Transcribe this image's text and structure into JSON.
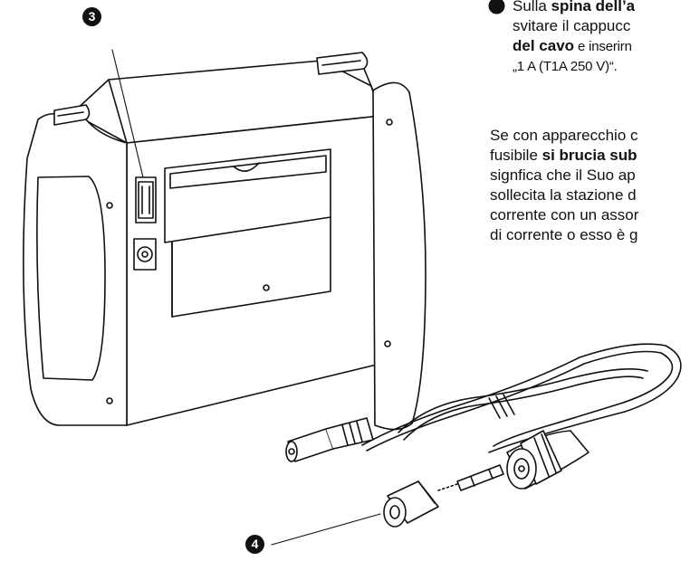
{
  "callouts": {
    "three": "3",
    "four": "4"
  },
  "instruction": {
    "line1_prefix": "Sulla ",
    "line1_bold": "spina dell’a",
    "line2": "svitare il cappucc",
    "line3_bold": "del cavo",
    "line3_rest": " e inserirn",
    "line4": "„1 A (T1A 250 V)“."
  },
  "paragraph": {
    "line1": "Se con apparecchio c",
    "line2_prefix": "fusibile ",
    "line2_bold": "si brucia sub",
    "line3": "signfica che il Suo ap",
    "line4": "sollecita la stazione d",
    "line5": "corrente con un assor",
    "line6": "di corrente o esso è g"
  }
}
